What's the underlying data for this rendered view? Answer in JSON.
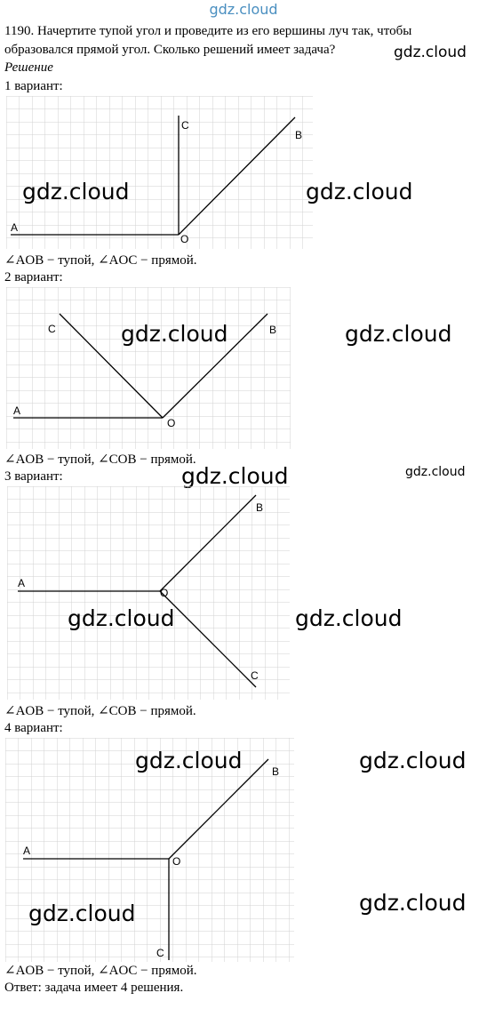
{
  "header": {
    "site": "gdz.cloud"
  },
  "task": {
    "line1": "1190. Начертите тупой угол и проведите из его вершины луч так, чтобы",
    "line2": "образовался прямой угол. Сколько решений имеет задача?",
    "solution_label": "Решение"
  },
  "variants": [
    {
      "label": "1 вариант:",
      "caption": "∠AOB − тупой, ∠AOC − прямой.",
      "points": {
        "A": "A",
        "B": "B",
        "C": "C",
        "O": "O"
      }
    },
    {
      "label": "2 вариант:",
      "caption": "∠AOB − тупой, ∠COB − прямой.",
      "points": {
        "A": "A",
        "B": "B",
        "C": "C",
        "O": "O"
      }
    },
    {
      "label": "3 вариант:",
      "caption": "∠AOB − тупой, ∠COB − прямой.",
      "points": {
        "A": "A",
        "B": "B",
        "C": "C",
        "O": "O"
      }
    },
    {
      "label": "4 вариант:",
      "caption": "∠AOB − тупой, ∠AOC − прямой.",
      "points": {
        "A": "A",
        "B": "B",
        "C": "C",
        "O": "O"
      }
    }
  ],
  "answer": "Ответ: задача имеет 4 решения.",
  "watermark": {
    "text": "gdz.cloud"
  }
}
